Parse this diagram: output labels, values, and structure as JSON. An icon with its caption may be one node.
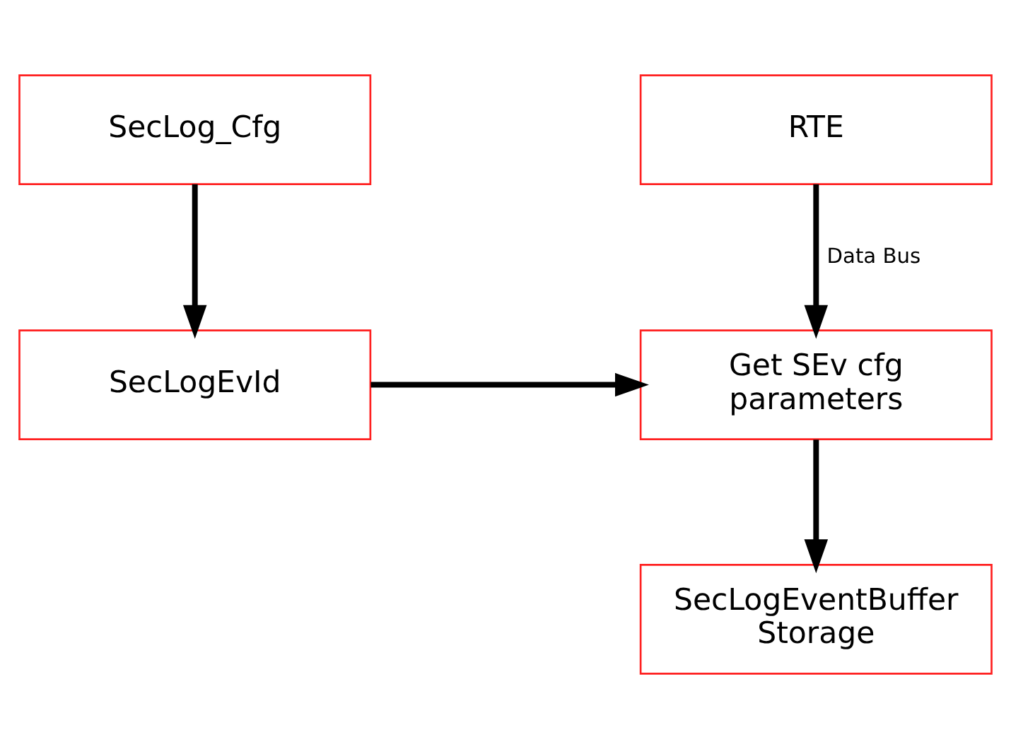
{
  "diagram": {
    "nodes": [
      {
        "text": [
          "SecLog_Cfg"
        ]
      },
      {
        "text": [
          "RTE"
        ]
      },
      {
        "text": [
          "SecLogEvId"
        ]
      },
      {
        "text": [
          "Get SEv cfg parameters"
        ]
      },
      {
        "text": [
          "SecLogEventBuffer Storage"
        ]
      }
    ],
    "edges": [
      {
        "from": 0,
        "to": 2,
        "arrow": "to"
      },
      {
        "from": 1,
        "to": 3,
        "arrow": "to",
        "label": "Data Bus"
      },
      {
        "from": 2,
        "to": 3,
        "arrow": "to"
      },
      {
        "from": 3,
        "to": 4,
        "arrow": "to"
      }
    ]
  }
}
